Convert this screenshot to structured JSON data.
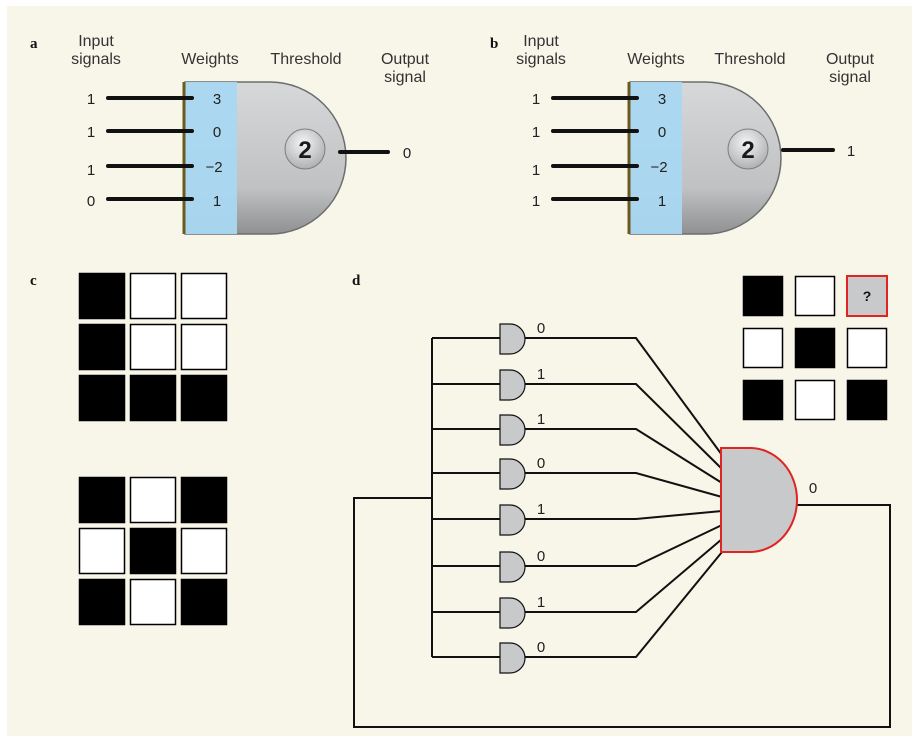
{
  "panels": {
    "a": {
      "letter": "a",
      "input_signals_label": [
        "Input",
        "signals"
      ],
      "weights_label": "Weights",
      "threshold_label": "Threshold",
      "output_label": [
        "Output",
        "signal"
      ],
      "inputs": [
        "1",
        "1",
        "1",
        "0"
      ],
      "weights": [
        "3",
        "0",
        "−2",
        "1"
      ],
      "threshold": "2",
      "output": "0"
    },
    "b": {
      "letter": "b",
      "input_signals_label": [
        "Input",
        "signals"
      ],
      "weights_label": "Weights",
      "threshold_label": "Threshold",
      "output_label": [
        "Output",
        "signal"
      ],
      "inputs": [
        "1",
        "1",
        "1",
        "1"
      ],
      "weights": [
        "3",
        "0",
        "−2",
        "1"
      ],
      "threshold": "2",
      "output": "1"
    },
    "c": {
      "letter": "c",
      "pattern_1": [
        [
          1,
          0,
          0
        ],
        [
          1,
          0,
          0
        ],
        [
          1,
          1,
          1
        ]
      ],
      "pattern_2": [
        [
          1,
          0,
          1
        ],
        [
          0,
          1,
          0
        ],
        [
          1,
          0,
          1
        ]
      ]
    },
    "d": {
      "letter": "d",
      "gate_outputs": [
        "0",
        "1",
        "1",
        "0",
        "1",
        "0",
        "1",
        "0"
      ],
      "final_output": "0",
      "pattern": [
        [
          1,
          0,
          "?"
        ],
        [
          0,
          1,
          0
        ],
        [
          1,
          0,
          1
        ]
      ],
      "unknown_symbol": "?"
    }
  },
  "colors": {
    "background": "#f8f5e9",
    "weights_blue": "#a9d8f1",
    "gate_grey": "#c8c9cb",
    "highlight_red": "#e02424",
    "wire": "#111111"
  }
}
